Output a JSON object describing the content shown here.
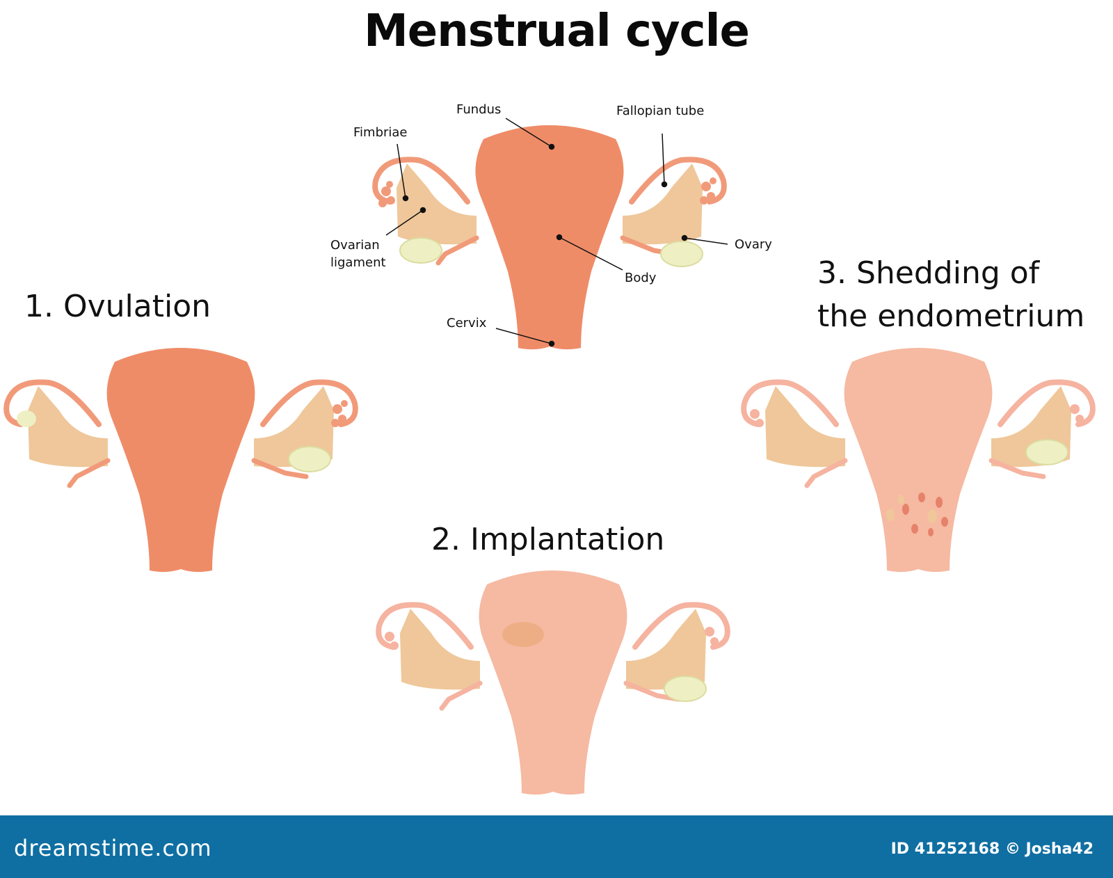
{
  "title": "Menstrual cycle",
  "anatomy_labels": {
    "fundus": "Fundus",
    "fimbriae": "Fimbriae",
    "fallopian_tube": "Fallopian tube",
    "ovarian_ligament_line1": "Ovarian",
    "ovarian_ligament_line2": "ligament",
    "ovary": "Ovary",
    "body": "Body",
    "cervix": "Cervix"
  },
  "stages": {
    "ovulation": "1. Ovulation",
    "implantation": "2. Implantation",
    "shedding_line1": "3. Shedding of",
    "shedding_line2": "the endometrium"
  },
  "footer": {
    "brand": "dreamstime.com",
    "id_text": "ID 41252168 © Josha42"
  },
  "colors": {
    "uterus_strong": "#ef8c68",
    "uterus_pale": "#f6b9a2",
    "tube_line": "#f19a7a",
    "ligament": "#efc79a",
    "ovary": "#eef0c4",
    "footer_bg": "#0f6fa2"
  }
}
